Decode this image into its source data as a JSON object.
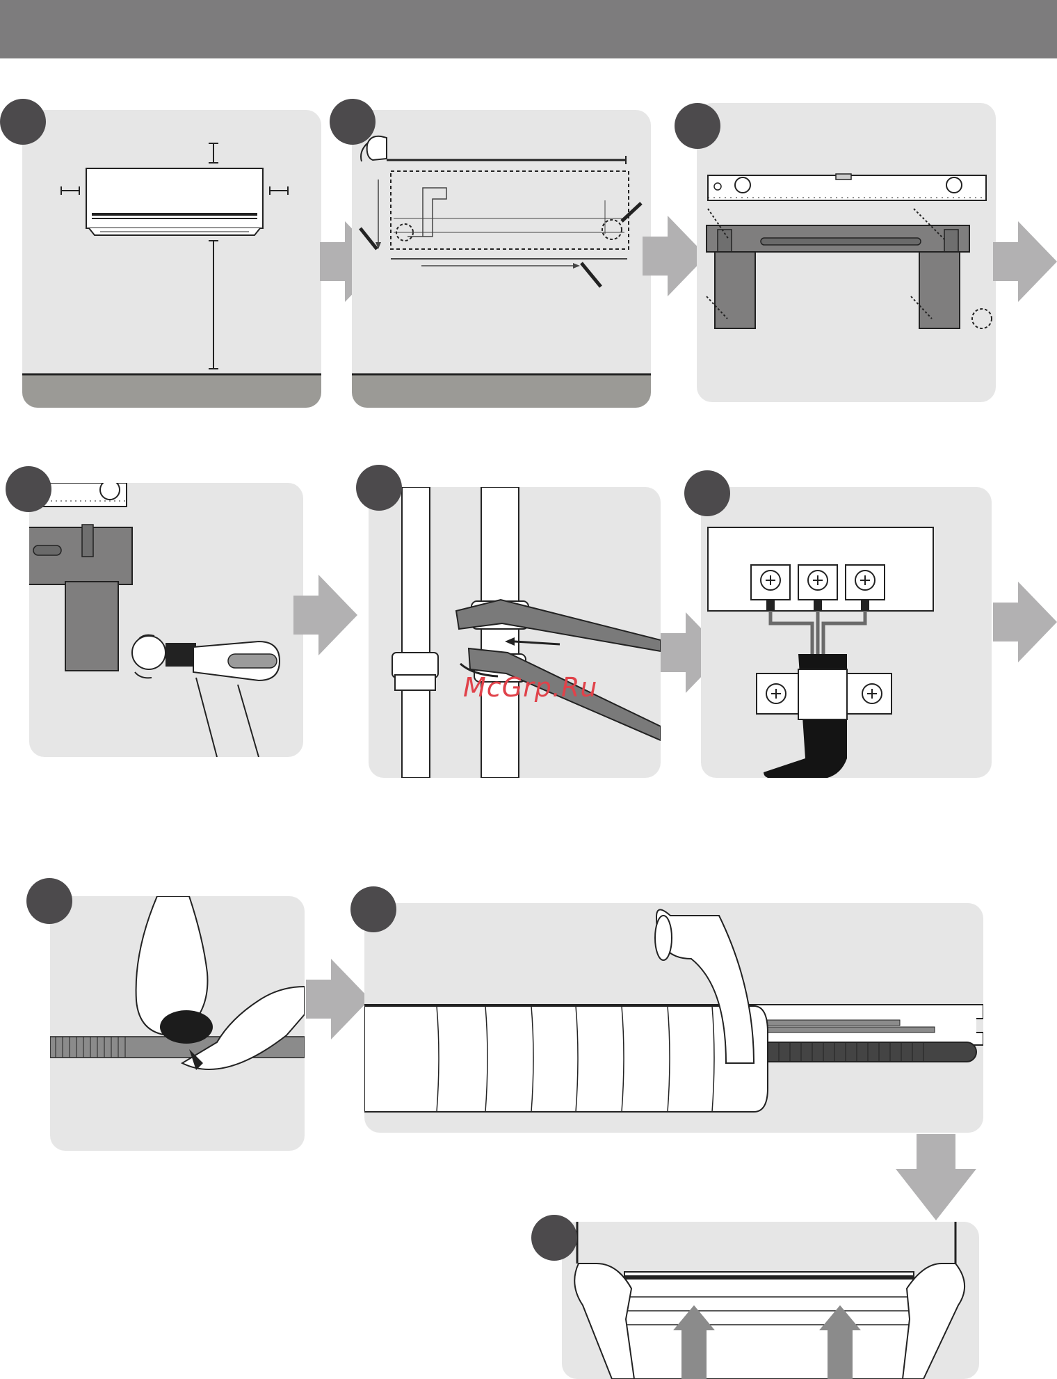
{
  "page": {
    "header_color": "#7d7c7d",
    "panel_color": "#e6e6e6",
    "badge_color": "#4c4a4c",
    "arrow_color": "#b2b1b2",
    "watermark_text": "McGrp.Ru",
    "watermark_color": "#e0424a"
  },
  "steps": [
    {
      "id": 1,
      "illustration": "indoor-unit-clearance-diagram"
    },
    {
      "id": 2,
      "illustration": "mounting-plate-marking-diagram"
    },
    {
      "id": 3,
      "illustration": "level-and-mounting-plate-diagram"
    },
    {
      "id": 4,
      "illustration": "drilling-screws-diagram"
    },
    {
      "id": 5,
      "illustration": "pipe-wrench-connection-diagram"
    },
    {
      "id": 6,
      "illustration": "terminal-block-wiring-diagram"
    },
    {
      "id": 7,
      "illustration": "drain-hose-insulation-diagram"
    },
    {
      "id": 8,
      "illustration": "pipe-wrapping-tape-diagram"
    },
    {
      "id": 9,
      "illustration": "hanging-indoor-unit-diagram"
    }
  ]
}
